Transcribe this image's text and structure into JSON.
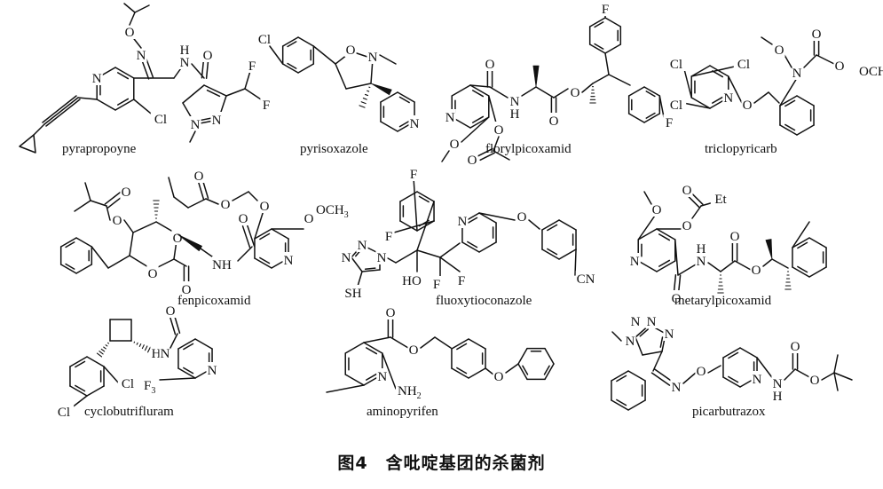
{
  "figure": {
    "caption": "图4　含吡啶基团的杀菌剂"
  },
  "compounds": [
    {
      "key": "pyrapropoyne",
      "name": "pyrapropoyne"
    },
    {
      "key": "pyrisoxazole",
      "name": "pyrisoxazole"
    },
    {
      "key": "florylpicoxamid",
      "name": "florylpicoxamid"
    },
    {
      "key": "triclopyricarb",
      "name": "triclopyricarb"
    },
    {
      "key": "fenpicoxamid",
      "name": "fenpicoxamid"
    },
    {
      "key": "fluoxytioconazole",
      "name": "fluoxytioconazole"
    },
    {
      "key": "metarylpicoxamid",
      "name": "metarylpicoxamid"
    },
    {
      "key": "cyclobutrifluram",
      "name": "cyclobutrifluram"
    },
    {
      "key": "aminopyrifen",
      "name": "aminopyrifen"
    },
    {
      "key": "picarbutrazox",
      "name": "picarbutrazox"
    }
  ]
}
